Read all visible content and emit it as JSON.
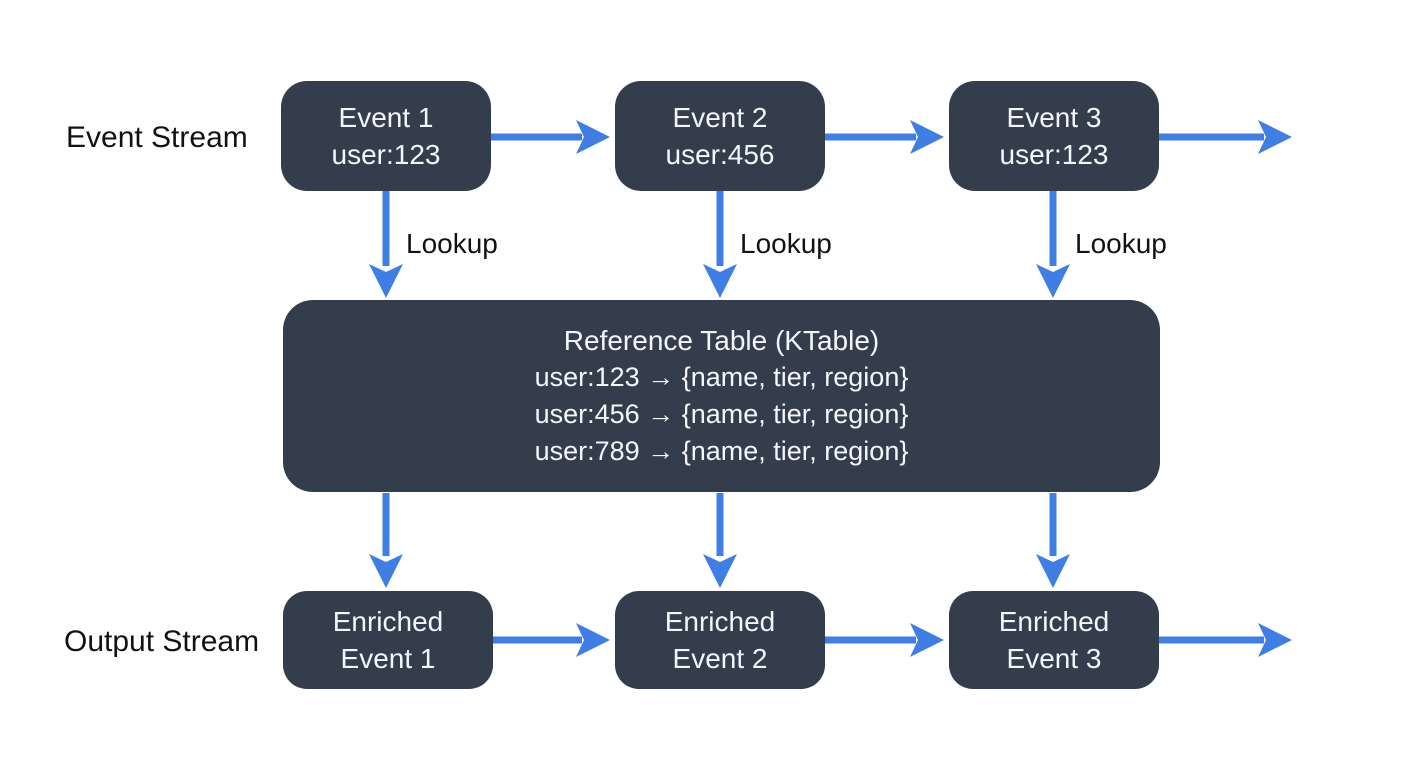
{
  "diagram": {
    "event_stream_label": "Event Stream",
    "output_stream_label": "Output Stream",
    "lookup_label": "Lookup",
    "events": [
      {
        "title": "Event 1",
        "sub": "user:123"
      },
      {
        "title": "Event 2",
        "sub": "user:456"
      },
      {
        "title": "Event 3",
        "sub": "user:123"
      }
    ],
    "reference_table": {
      "title": "Reference Table (KTable)",
      "rows": [
        "user:123 → {name, tier, region}",
        "user:456 → {name, tier, region}",
        "user:789 → {name, tier, region}"
      ]
    },
    "enriched_events": [
      {
        "title": "Enriched",
        "sub": "Event 1"
      },
      {
        "title": "Enriched",
        "sub": "Event 2"
      },
      {
        "title": "Enriched",
        "sub": "Event 3"
      }
    ],
    "colors": {
      "box": "#333D4B",
      "arrow": "#3F7EE4",
      "box_text": "#F4F6F9",
      "label_text": "#121212",
      "background": "#FFFFFF"
    }
  }
}
